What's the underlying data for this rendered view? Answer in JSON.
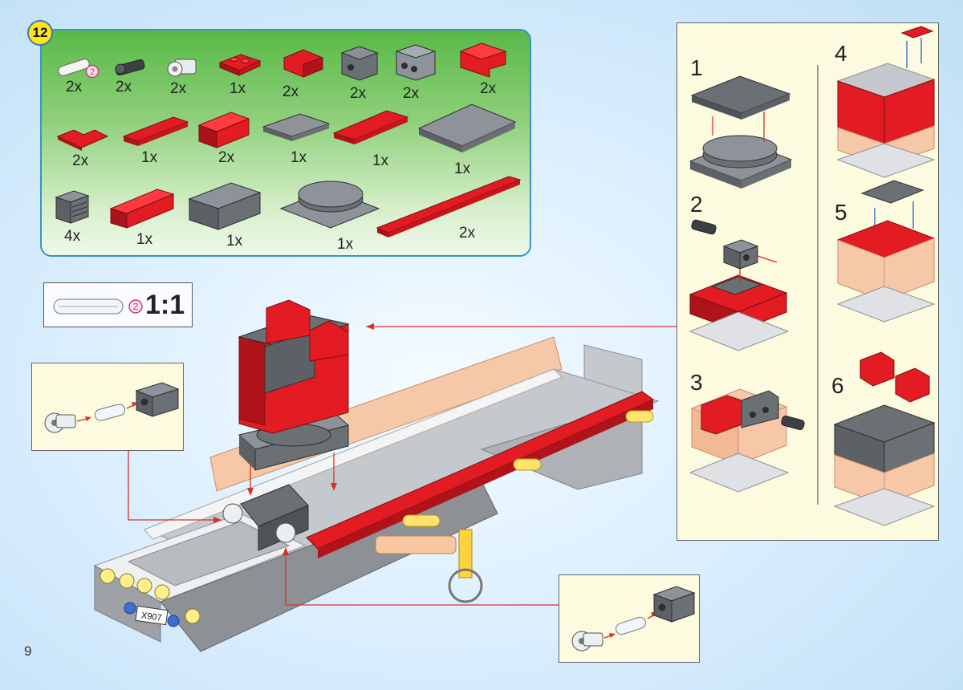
{
  "step_badge": "12",
  "part_marker": "2",
  "parts_list": [
    {
      "qty": "2x",
      "icon": "axle-icon"
    },
    {
      "qty": "2x",
      "icon": "pin-connector-icon"
    },
    {
      "qty": "2x",
      "icon": "axle-connector-icon"
    },
    {
      "qty": "1x",
      "icon": "red-hinge-plate-icon"
    },
    {
      "qty": "2x",
      "icon": "red-slope-brick-icon"
    },
    {
      "qty": "2x",
      "icon": "gray-technic-brick-icon"
    },
    {
      "qty": "2x",
      "icon": "gray-technic-brick-2-icon"
    },
    {
      "qty": "2x",
      "icon": "red-corner-brick-icon"
    },
    {
      "qty": "2x",
      "icon": "red-corner-plate-icon"
    },
    {
      "qty": "1x",
      "icon": "red-plate-1x4-icon"
    },
    {
      "qty": "2x",
      "icon": "red-brick-2x3-icon"
    },
    {
      "qty": "1x",
      "icon": "gray-plate-2x4-icon"
    },
    {
      "qty": "1x",
      "icon": "red-plate-2x6-icon"
    },
    {
      "qty": "1x",
      "icon": "gray-plate-6x6-icon"
    },
    {
      "qty": "4x",
      "icon": "gray-grille-brick-icon"
    },
    {
      "qty": "1x",
      "icon": "red-brick-1x4-icon"
    },
    {
      "qty": "1x",
      "icon": "gray-brick-2x4-icon"
    },
    {
      "qty": "1x",
      "icon": "gray-turntable-icon"
    },
    {
      "qty": "2x",
      "icon": "red-plate-1x12-icon"
    }
  ],
  "scale": {
    "marker": "2",
    "ratio": "1:1"
  },
  "sub_steps": [
    "1",
    "2",
    "3",
    "4",
    "5",
    "6"
  ],
  "license_plate": "X907",
  "page_number": "9",
  "colors": {
    "red": "#e31b23",
    "gray": "#6b7075",
    "dark_gray": "#4e5358",
    "light_gray": "#c5c8cc",
    "tan": "#f6c8a8",
    "yellow_badge": "#ffe614",
    "panel_border": "#3a93c9",
    "pointer_red": "#d9302a",
    "panel_cream": "#fcfadf"
  }
}
